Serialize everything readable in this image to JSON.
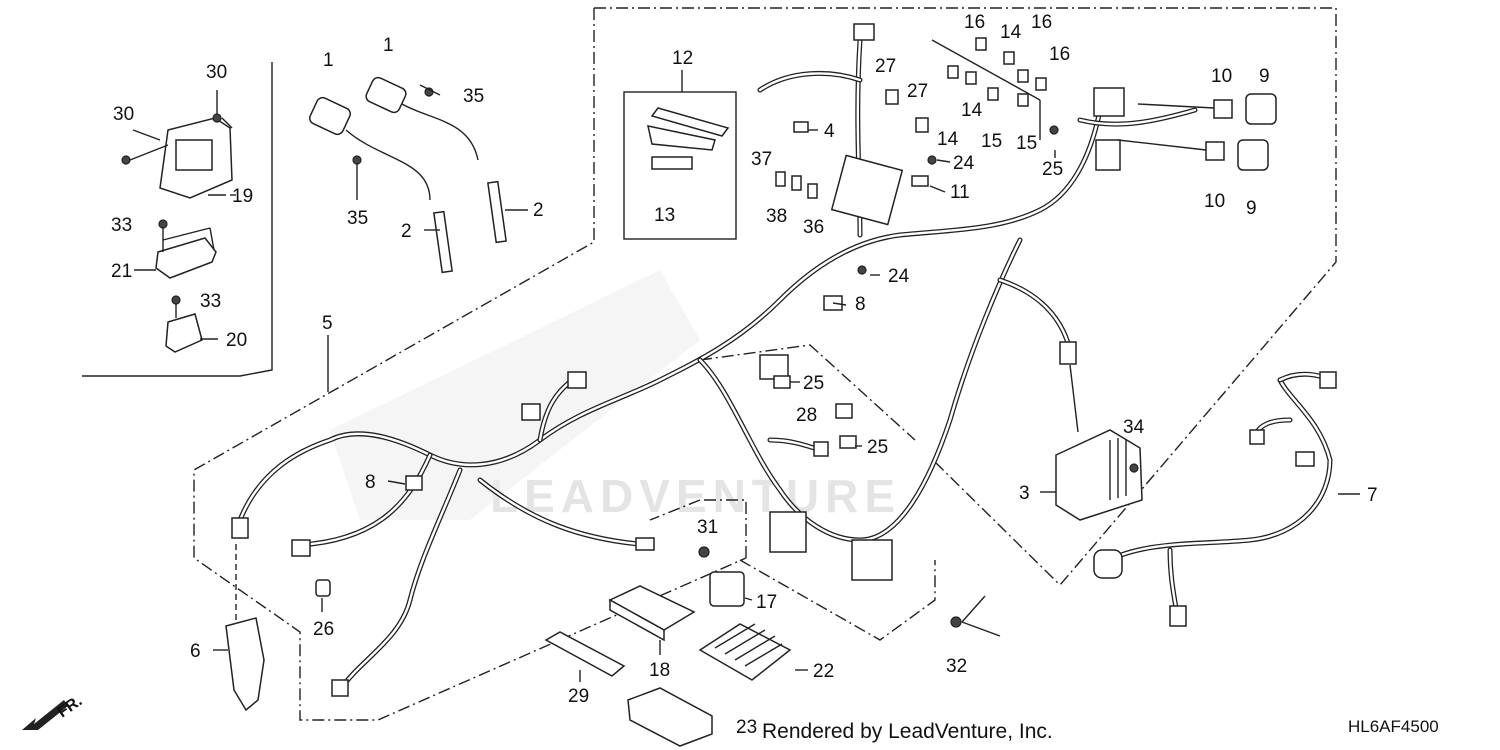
{
  "credit": "Rendered by LeadVenture, Inc.",
  "diagram_code": "HL6AF4500",
  "direction_label": "FR.",
  "watermark": "LEADVENTURE",
  "callouts": [
    {
      "id": "c30a",
      "text": "30"
    },
    {
      "id": "c30b",
      "text": "30"
    },
    {
      "id": "c19",
      "text": "19"
    },
    {
      "id": "c33a",
      "text": "33"
    },
    {
      "id": "c21",
      "text": "21"
    },
    {
      "id": "c33b",
      "text": "33"
    },
    {
      "id": "c20",
      "text": "20"
    },
    {
      "id": "c1a",
      "text": "1"
    },
    {
      "id": "c1b",
      "text": "1"
    },
    {
      "id": "c35a",
      "text": "35"
    },
    {
      "id": "c35b",
      "text": "35"
    },
    {
      "id": "c2a",
      "text": "2"
    },
    {
      "id": "c2b",
      "text": "2"
    },
    {
      "id": "c12",
      "text": "12"
    },
    {
      "id": "c13",
      "text": "13"
    },
    {
      "id": "c27a",
      "text": "27"
    },
    {
      "id": "c27b",
      "text": "27"
    },
    {
      "id": "c4",
      "text": "4"
    },
    {
      "id": "c37",
      "text": "37"
    },
    {
      "id": "c38",
      "text": "38"
    },
    {
      "id": "c36",
      "text": "36"
    },
    {
      "id": "c16a",
      "text": "16"
    },
    {
      "id": "c14a",
      "text": "14"
    },
    {
      "id": "c16b",
      "text": "16"
    },
    {
      "id": "c16c",
      "text": "16"
    },
    {
      "id": "c14b",
      "text": "14"
    },
    {
      "id": "c14c",
      "text": "14"
    },
    {
      "id": "c15a",
      "text": "15"
    },
    {
      "id": "c15b",
      "text": "15"
    },
    {
      "id": "c24a",
      "text": "24"
    },
    {
      "id": "c11",
      "text": "11"
    },
    {
      "id": "c25a",
      "text": "25"
    },
    {
      "id": "c10a",
      "text": "10"
    },
    {
      "id": "c9a",
      "text": "9"
    },
    {
      "id": "c10b",
      "text": "10"
    },
    {
      "id": "c9b",
      "text": "9"
    },
    {
      "id": "c24b",
      "text": "24"
    },
    {
      "id": "c8a",
      "text": "8"
    },
    {
      "id": "c5",
      "text": "5"
    },
    {
      "id": "c25b",
      "text": "25"
    },
    {
      "id": "c28",
      "text": "28"
    },
    {
      "id": "c25c",
      "text": "25"
    },
    {
      "id": "c8b",
      "text": "8"
    },
    {
      "id": "c34",
      "text": "34"
    },
    {
      "id": "c3",
      "text": "3"
    },
    {
      "id": "c7",
      "text": "7"
    },
    {
      "id": "c31",
      "text": "31"
    },
    {
      "id": "c17",
      "text": "17"
    },
    {
      "id": "c6",
      "text": "6"
    },
    {
      "id": "c26",
      "text": "26"
    },
    {
      "id": "c18",
      "text": "18"
    },
    {
      "id": "c22",
      "text": "22"
    },
    {
      "id": "c29",
      "text": "29"
    },
    {
      "id": "c32",
      "text": "32"
    },
    {
      "id": "c23",
      "text": "23"
    }
  ]
}
